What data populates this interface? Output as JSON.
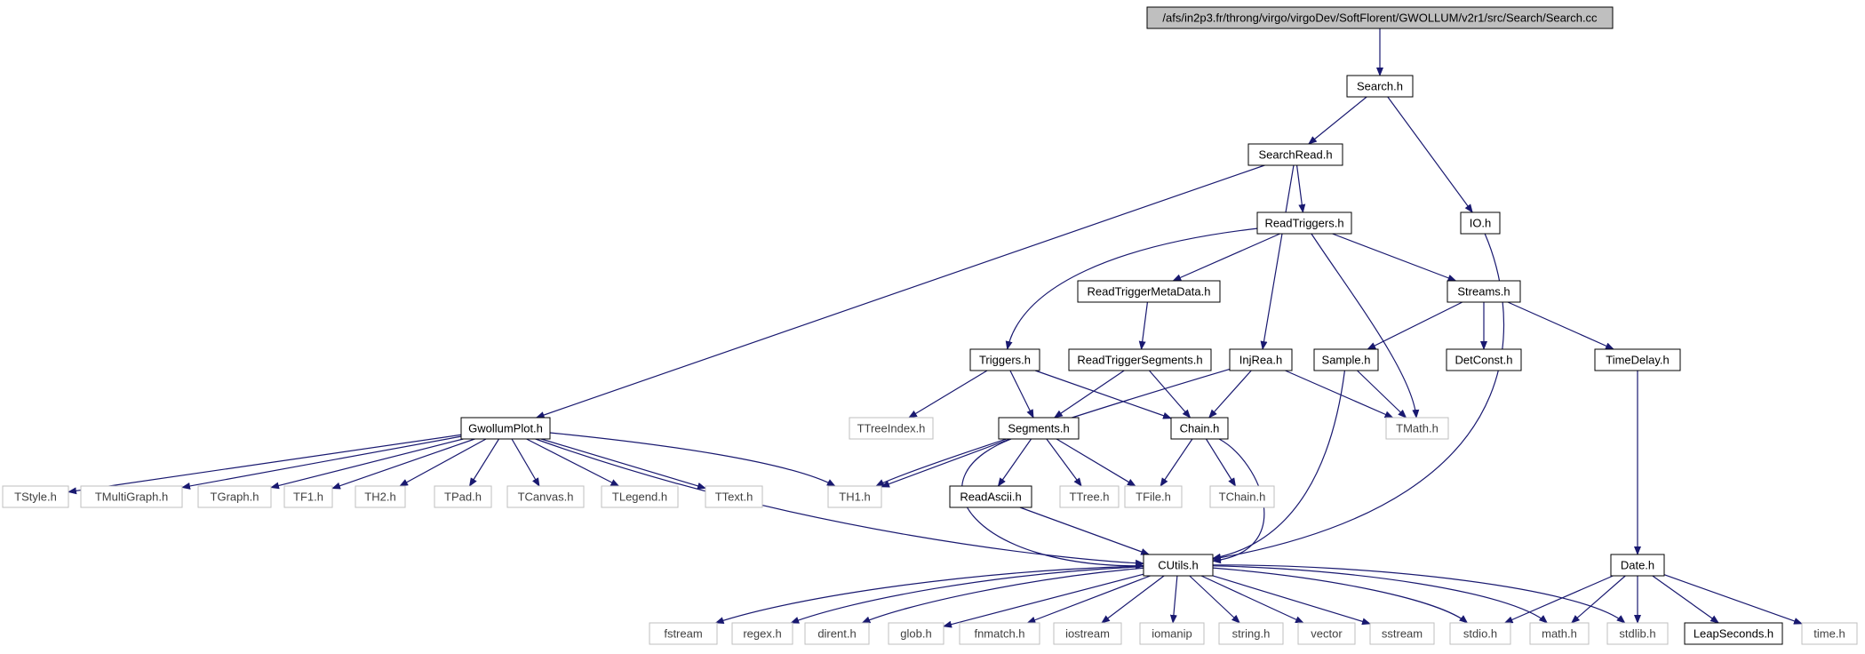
{
  "diagram": {
    "colors": {
      "edge": "#191970",
      "node_border_dark": "#000000",
      "node_border_light": "#bfbfbf",
      "root_fill": "#bfbfbf",
      "text_dark": "#000000",
      "text_light": "#404040"
    },
    "nodes": [
      {
        "id": "root",
        "label": "/afs/in2p3.fr/throng/virgo/virgoDev/SoftFlorent/GWOLLUM/v2r1/src/Search/Search.cc",
        "style": "root"
      },
      {
        "id": "search_h",
        "label": "Search.h",
        "style": "normal"
      },
      {
        "id": "searchread_h",
        "label": "SearchRead.h",
        "style": "normal"
      },
      {
        "id": "io_h",
        "label": "IO.h",
        "style": "normal"
      },
      {
        "id": "readtriggers_h",
        "label": "ReadTriggers.h",
        "style": "normal"
      },
      {
        "id": "readtriggermetadata_h",
        "label": "ReadTriggerMetaData.h",
        "style": "normal"
      },
      {
        "id": "streams_h",
        "label": "Streams.h",
        "style": "normal"
      },
      {
        "id": "triggers_h",
        "label": "Triggers.h",
        "style": "normal"
      },
      {
        "id": "readtriggersegments_h",
        "label": "ReadTriggerSegments.h",
        "style": "normal"
      },
      {
        "id": "injrea_h",
        "label": "InjRea.h",
        "style": "normal"
      },
      {
        "id": "sample_h",
        "label": "Sample.h",
        "style": "normal"
      },
      {
        "id": "detconst_h",
        "label": "DetConst.h",
        "style": "normal"
      },
      {
        "id": "timedelay_h",
        "label": "TimeDelay.h",
        "style": "normal"
      },
      {
        "id": "gwollumplot_h",
        "label": "GwollumPlot.h",
        "style": "normal"
      },
      {
        "id": "ttreeindex_h",
        "label": "TTreeIndex.h",
        "style": "external"
      },
      {
        "id": "segments_h",
        "label": "Segments.h",
        "style": "normal"
      },
      {
        "id": "chain_h",
        "label": "Chain.h",
        "style": "normal"
      },
      {
        "id": "tmath_h",
        "label": "TMath.h",
        "style": "external"
      },
      {
        "id": "tstyle_h",
        "label": "TStyle.h",
        "style": "external"
      },
      {
        "id": "tmultigraph_h",
        "label": "TMultiGraph.h",
        "style": "external"
      },
      {
        "id": "tgraph_h",
        "label": "TGraph.h",
        "style": "external"
      },
      {
        "id": "tf1_h",
        "label": "TF1.h",
        "style": "external"
      },
      {
        "id": "th2_h",
        "label": "TH2.h",
        "style": "external"
      },
      {
        "id": "tpad_h",
        "label": "TPad.h",
        "style": "external"
      },
      {
        "id": "tcanvas_h",
        "label": "TCanvas.h",
        "style": "external"
      },
      {
        "id": "tlegend_h",
        "label": "TLegend.h",
        "style": "external"
      },
      {
        "id": "ttext_h",
        "label": "TText.h",
        "style": "external"
      },
      {
        "id": "th1_h",
        "label": "TH1.h",
        "style": "external"
      },
      {
        "id": "readascii_h",
        "label": "ReadAscii.h",
        "style": "normal"
      },
      {
        "id": "ttree_h",
        "label": "TTree.h",
        "style": "external"
      },
      {
        "id": "tfile_h",
        "label": "TFile.h",
        "style": "external"
      },
      {
        "id": "tchain_h",
        "label": "TChain.h",
        "style": "external"
      },
      {
        "id": "cutils_h",
        "label": "CUtils.h",
        "style": "normal"
      },
      {
        "id": "date_h",
        "label": "Date.h",
        "style": "normal"
      },
      {
        "id": "fstream",
        "label": "fstream",
        "style": "external"
      },
      {
        "id": "regex_h",
        "label": "regex.h",
        "style": "external"
      },
      {
        "id": "dirent_h",
        "label": "dirent.h",
        "style": "external"
      },
      {
        "id": "glob_h",
        "label": "glob.h",
        "style": "external"
      },
      {
        "id": "fnmatch_h",
        "label": "fnmatch.h",
        "style": "external"
      },
      {
        "id": "iostream",
        "label": "iostream",
        "style": "external"
      },
      {
        "id": "iomanip",
        "label": "iomanip",
        "style": "external"
      },
      {
        "id": "string_h",
        "label": "string.h",
        "style": "external"
      },
      {
        "id": "vector",
        "label": "vector",
        "style": "external"
      },
      {
        "id": "sstream",
        "label": "sstream",
        "style": "external"
      },
      {
        "id": "stdio_h",
        "label": "stdio.h",
        "style": "external"
      },
      {
        "id": "math_h",
        "label": "math.h",
        "style": "external"
      },
      {
        "id": "stdlib_h",
        "label": "stdlib.h",
        "style": "external"
      },
      {
        "id": "leapseconds_h",
        "label": "LeapSeconds.h",
        "style": "normal"
      },
      {
        "id": "time_h",
        "label": "time.h",
        "style": "external"
      }
    ],
    "edges": [
      [
        "root",
        "search_h"
      ],
      [
        "search_h",
        "searchread_h"
      ],
      [
        "search_h",
        "io_h"
      ],
      [
        "searchread_h",
        "gwollumplot_h"
      ],
      [
        "searchread_h",
        "injrea_h"
      ],
      [
        "searchread_h",
        "readtriggers_h"
      ],
      [
        "io_h",
        "cutils_h"
      ],
      [
        "readtriggers_h",
        "triggers_h"
      ],
      [
        "readtriggers_h",
        "readtriggermetadata_h"
      ],
      [
        "readtriggers_h",
        "tmath_h"
      ],
      [
        "readtriggers_h",
        "streams_h"
      ],
      [
        "readtriggermetadata_h",
        "readtriggersegments_h"
      ],
      [
        "streams_h",
        "sample_h"
      ],
      [
        "streams_h",
        "detconst_h"
      ],
      [
        "streams_h",
        "timedelay_h"
      ],
      [
        "triggers_h",
        "ttreeindex_h"
      ],
      [
        "triggers_h",
        "segments_h"
      ],
      [
        "triggers_h",
        "chain_h"
      ],
      [
        "readtriggersegments_h",
        "segments_h"
      ],
      [
        "readtriggersegments_h",
        "chain_h"
      ],
      [
        "injrea_h",
        "th1_h"
      ],
      [
        "injrea_h",
        "chain_h"
      ],
      [
        "injrea_h",
        "tmath_h"
      ],
      [
        "sample_h",
        "tmath_h"
      ],
      [
        "sample_h",
        "cutils_h"
      ],
      [
        "timedelay_h",
        "date_h"
      ],
      [
        "gwollumplot_h",
        "tstyle_h"
      ],
      [
        "gwollumplot_h",
        "tmultigraph_h"
      ],
      [
        "gwollumplot_h",
        "tgraph_h"
      ],
      [
        "gwollumplot_h",
        "tf1_h"
      ],
      [
        "gwollumplot_h",
        "th2_h"
      ],
      [
        "gwollumplot_h",
        "tpad_h"
      ],
      [
        "gwollumplot_h",
        "tcanvas_h"
      ],
      [
        "gwollumplot_h",
        "tlegend_h"
      ],
      [
        "gwollumplot_h",
        "ttext_h"
      ],
      [
        "gwollumplot_h",
        "th1_h"
      ],
      [
        "gwollumplot_h",
        "cutils_h"
      ],
      [
        "segments_h",
        "th1_h"
      ],
      [
        "segments_h",
        "readascii_h"
      ],
      [
        "segments_h",
        "ttree_h"
      ],
      [
        "segments_h",
        "tfile_h"
      ],
      [
        "segments_h",
        "cutils_h"
      ],
      [
        "chain_h",
        "tfile_h"
      ],
      [
        "chain_h",
        "tchain_h"
      ],
      [
        "chain_h",
        "cutils_h"
      ],
      [
        "readascii_h",
        "cutils_h"
      ],
      [
        "cutils_h",
        "fstream"
      ],
      [
        "cutils_h",
        "regex_h"
      ],
      [
        "cutils_h",
        "dirent_h"
      ],
      [
        "cutils_h",
        "glob_h"
      ],
      [
        "cutils_h",
        "fnmatch_h"
      ],
      [
        "cutils_h",
        "iostream"
      ],
      [
        "cutils_h",
        "iomanip"
      ],
      [
        "cutils_h",
        "string_h"
      ],
      [
        "cutils_h",
        "vector"
      ],
      [
        "cutils_h",
        "sstream"
      ],
      [
        "cutils_h",
        "stdio_h"
      ],
      [
        "cutils_h",
        "math_h"
      ],
      [
        "cutils_h",
        "stdlib_h"
      ],
      [
        "date_h",
        "stdio_h"
      ],
      [
        "date_h",
        "math_h"
      ],
      [
        "date_h",
        "stdlib_h"
      ],
      [
        "date_h",
        "leapseconds_h"
      ],
      [
        "date_h",
        "time_h"
      ]
    ]
  }
}
